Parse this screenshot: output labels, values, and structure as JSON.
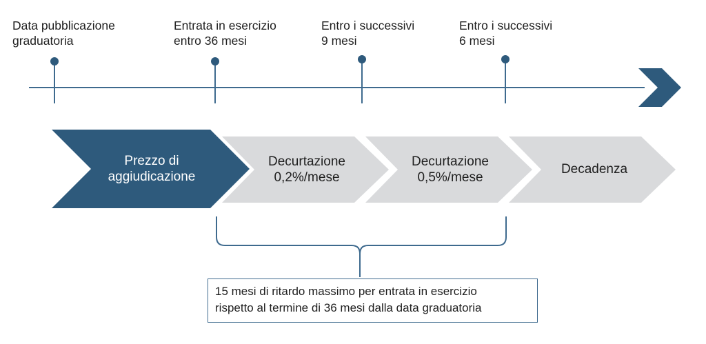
{
  "milestones": [
    {
      "lines": [
        "Data pubblicazione",
        "graduatoria"
      ]
    },
    {
      "lines": [
        "Entrata in esercizio",
        "entro 36 mesi"
      ]
    },
    {
      "lines": [
        "Entro i successivi",
        "9 mesi"
      ]
    },
    {
      "lines": [
        "Entro i successivi",
        "6 mesi"
      ]
    }
  ],
  "phases": [
    {
      "lines": [
        "Prezzo di",
        "aggiudicazione"
      ],
      "style": "primary"
    },
    {
      "lines": [
        "Decurtazione",
        "0,2%/mese"
      ],
      "style": "secondary"
    },
    {
      "lines": [
        "Decurtazione",
        "0,5%/mese"
      ],
      "style": "secondary"
    },
    {
      "lines": [
        "Decadenza"
      ],
      "style": "secondary"
    }
  ],
  "note": {
    "lines": [
      "15 mesi di ritardo massimo per entrata in esercizio",
      "rispetto al termine di 36 mesi dalla data graduatoria"
    ]
  },
  "colors": {
    "primary": "#2e5a7c",
    "secondary_fill": "#d9dadc",
    "line": "#3e6a8e",
    "text_dark": "#1f1f1f",
    "text_light": "#ffffff"
  }
}
